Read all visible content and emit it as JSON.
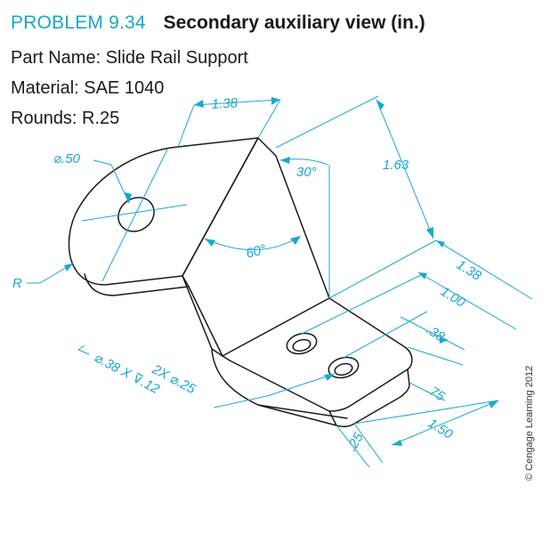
{
  "header": {
    "problem_label": "PROBLEM 9.34",
    "problem_title": "Secondary auxiliary view (in.)",
    "part_name": "Part Name: Slide Rail Support",
    "material": "Material: SAE 1040",
    "rounds": "Rounds: R.25"
  },
  "dimensions": {
    "d_138_top": "1.38",
    "dia_50": "⌀.50",
    "angle_30": "30°",
    "d_163": "1.63",
    "angle_60": "60°",
    "radius": "R",
    "d_138_right": "1.38",
    "d_100": "1.00",
    "d_38": ".38",
    "d_75": ".75",
    "d_150": "1.50",
    "d_25": ".25",
    "hole_note_line1": "2X ⌀.25",
    "hole_note_line2": "⌀.38 X ⊽.12"
  },
  "copyright": "© Cengage Learning 2012",
  "colors": {
    "dimension": "#19a8d2",
    "title_accent": "#1aa6cf",
    "ink": "#1a1a1a"
  }
}
